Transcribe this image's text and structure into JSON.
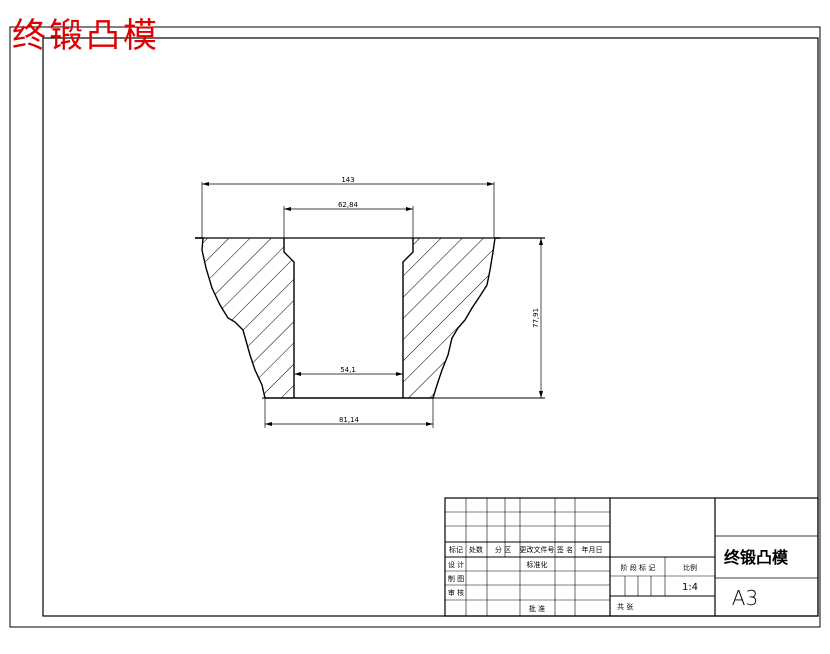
{
  "heading": {
    "text": "终锻凸模",
    "color": "#e00000"
  },
  "dimensions": {
    "top_width": "143",
    "bore_top": "62,84",
    "bore_bottom": "54,1",
    "base_width": "81,14",
    "height": "77,91"
  },
  "title_block": {
    "part_name": "终锻凸模",
    "sheet_size": "A3",
    "scale_label": "比例",
    "scale_value": "1:4",
    "stage_mark": "阶 段 标 记",
    "total_sheets": "共      张",
    "rev_headers": [
      "标记",
      "处数",
      "分 区",
      "更改文件号",
      "签 名",
      "年月日"
    ],
    "design": "设 计",
    "standardize": "标准化",
    "draw": "制 图",
    "review": "审 核",
    "approve": "批 准"
  }
}
